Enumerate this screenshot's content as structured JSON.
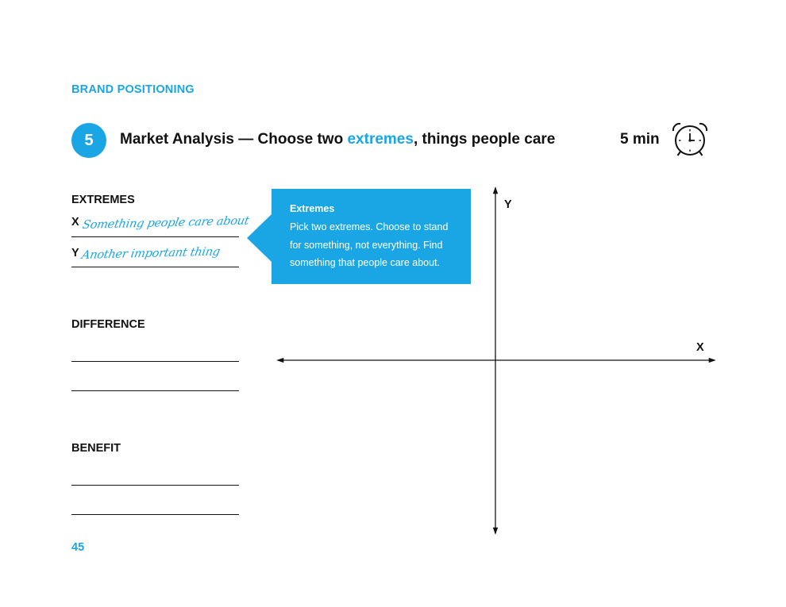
{
  "header": {
    "section": "BRAND POSITIONING",
    "step_number": "5",
    "title_before": "Market Analysis — Choose two ",
    "title_highlight": "extremes",
    "title_after": ", things people care",
    "duration": "5 min",
    "clock_icon": "alarm-clock-icon"
  },
  "fields": {
    "extremes_heading": "EXTREMES",
    "x_letter": "X",
    "x_value": "Something people care about",
    "y_letter": "Y",
    "y_value": "Another important thing",
    "difference_heading": "DIFFERENCE",
    "benefit_heading": "BENEFIT"
  },
  "callout": {
    "title": "Extremes",
    "body": "Pick two extremes. Choose to stand for something, not everything.  Find something that people care about."
  },
  "chart": {
    "x_label": "X",
    "y_label": "Y"
  },
  "footer": {
    "page_number": "45"
  },
  "colors": {
    "accent": "#1aa6e4",
    "text": "#111111"
  }
}
